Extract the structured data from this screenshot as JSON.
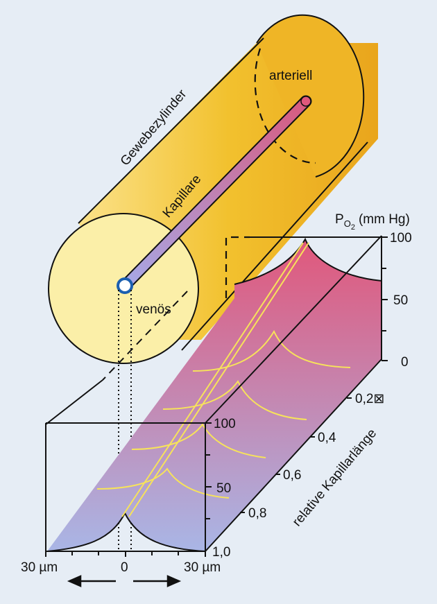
{
  "labels": {
    "cylinder": "Gewebezylinder",
    "capillary": "Kapillare",
    "arterial": "arteriell",
    "venous": "venös",
    "po2_p": "P",
    "po2_o": "O",
    "po2_2": "2",
    "po2_unit": "(mm Hg)",
    "length_axis": "relative Kapillarlänge",
    "dist_left": "30 µm",
    "dist_center": "0",
    "dist_right": "30 µm"
  },
  "po2_right_ticks": [
    "100",
    "50",
    "0"
  ],
  "po2_front_ticks": [
    "100",
    "50"
  ],
  "length_ticks": [
    "0,2⊠",
    "0,4",
    "0,6",
    "0,8",
    "1,0"
  ],
  "colors": {
    "background": "#e6edf5",
    "cylinder": "#f2c12e",
    "cylinder_face": "#fbefa8",
    "capillary_pink": "#d9587c",
    "capillary_blue": "#a7a8e6",
    "surface_top": "#e0587c",
    "surface_bottom": "#a9b6e6",
    "contours": "#f7e35a"
  }
}
